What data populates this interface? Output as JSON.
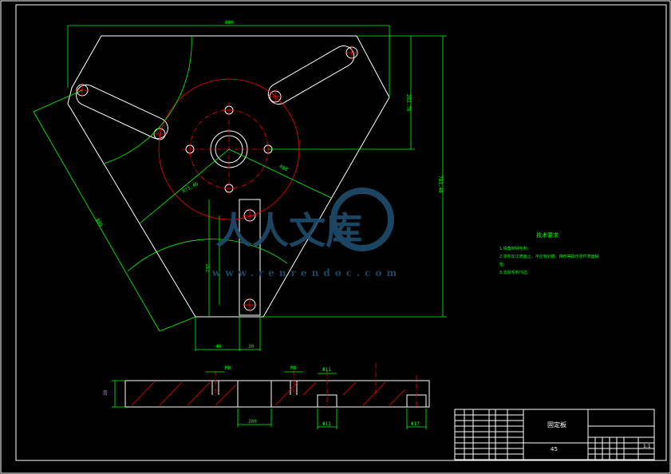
{
  "tech_requirements": {
    "title": "技术要求",
    "items": [
      "1.锐角倒钝毛刺.",
      "2.零件加工表面上，不应有划痕、擦伤等损伤零件表面缺",
      "陷.",
      "3.去除毛刺飞边."
    ]
  },
  "title_block": {
    "drawing_name": "固定板",
    "material": "45",
    "scale": "1:1"
  },
  "watermark": {
    "text": "人人文库",
    "url": "www.renrendoc.com"
  },
  "colors": {
    "background": "#000000",
    "outline": "#ffffff",
    "dimension": "#00ff00",
    "centerline": "#ff0000",
    "watermark": "#1f4e6e"
  }
}
